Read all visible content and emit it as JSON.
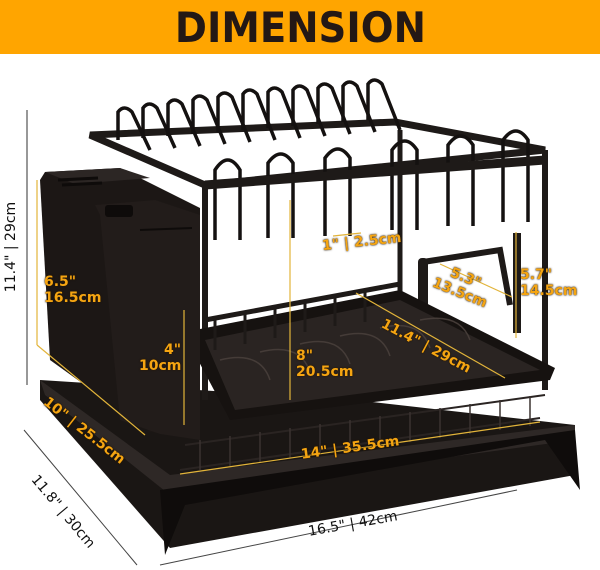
{
  "banner": {
    "title": "DIMENSION",
    "background_color": "#ffa500",
    "text_color": "#231815"
  },
  "product": {
    "subject": "two-tier black dish drying rack with utensil holder, cup holder and drip tray"
  },
  "dimensions": {
    "overall_height": "11.4\" | 29cm",
    "overall_depth": "11.8\" | 30cm",
    "overall_width": "16.5\" | 42cm",
    "utensil_holder_height_in": "6.5\"",
    "utensil_holder_height_cm": "16.5cm",
    "utensil_box_height_in": "4\"",
    "utensil_box_height_cm": "10cm",
    "bottom_depth": "10\" | 25.5cm",
    "plate_spacing": "1\" | 2.5cm",
    "tier_gap_in": "8\"",
    "tier_gap_cm": "20.5cm",
    "cup_holder_width_in": "5.3\"",
    "cup_holder_width_cm": "13.5cm",
    "cup_holder_height_in": "5.7\"",
    "cup_holder_height_cm": "14.5cm",
    "upper_tier_depth": "11.4\" | 29cm",
    "bottom_tier_width": "14\" | 35.5cm"
  },
  "colors": {
    "annotation": "#f5a512",
    "outline": "#111111",
    "product": "#1e1a18"
  }
}
